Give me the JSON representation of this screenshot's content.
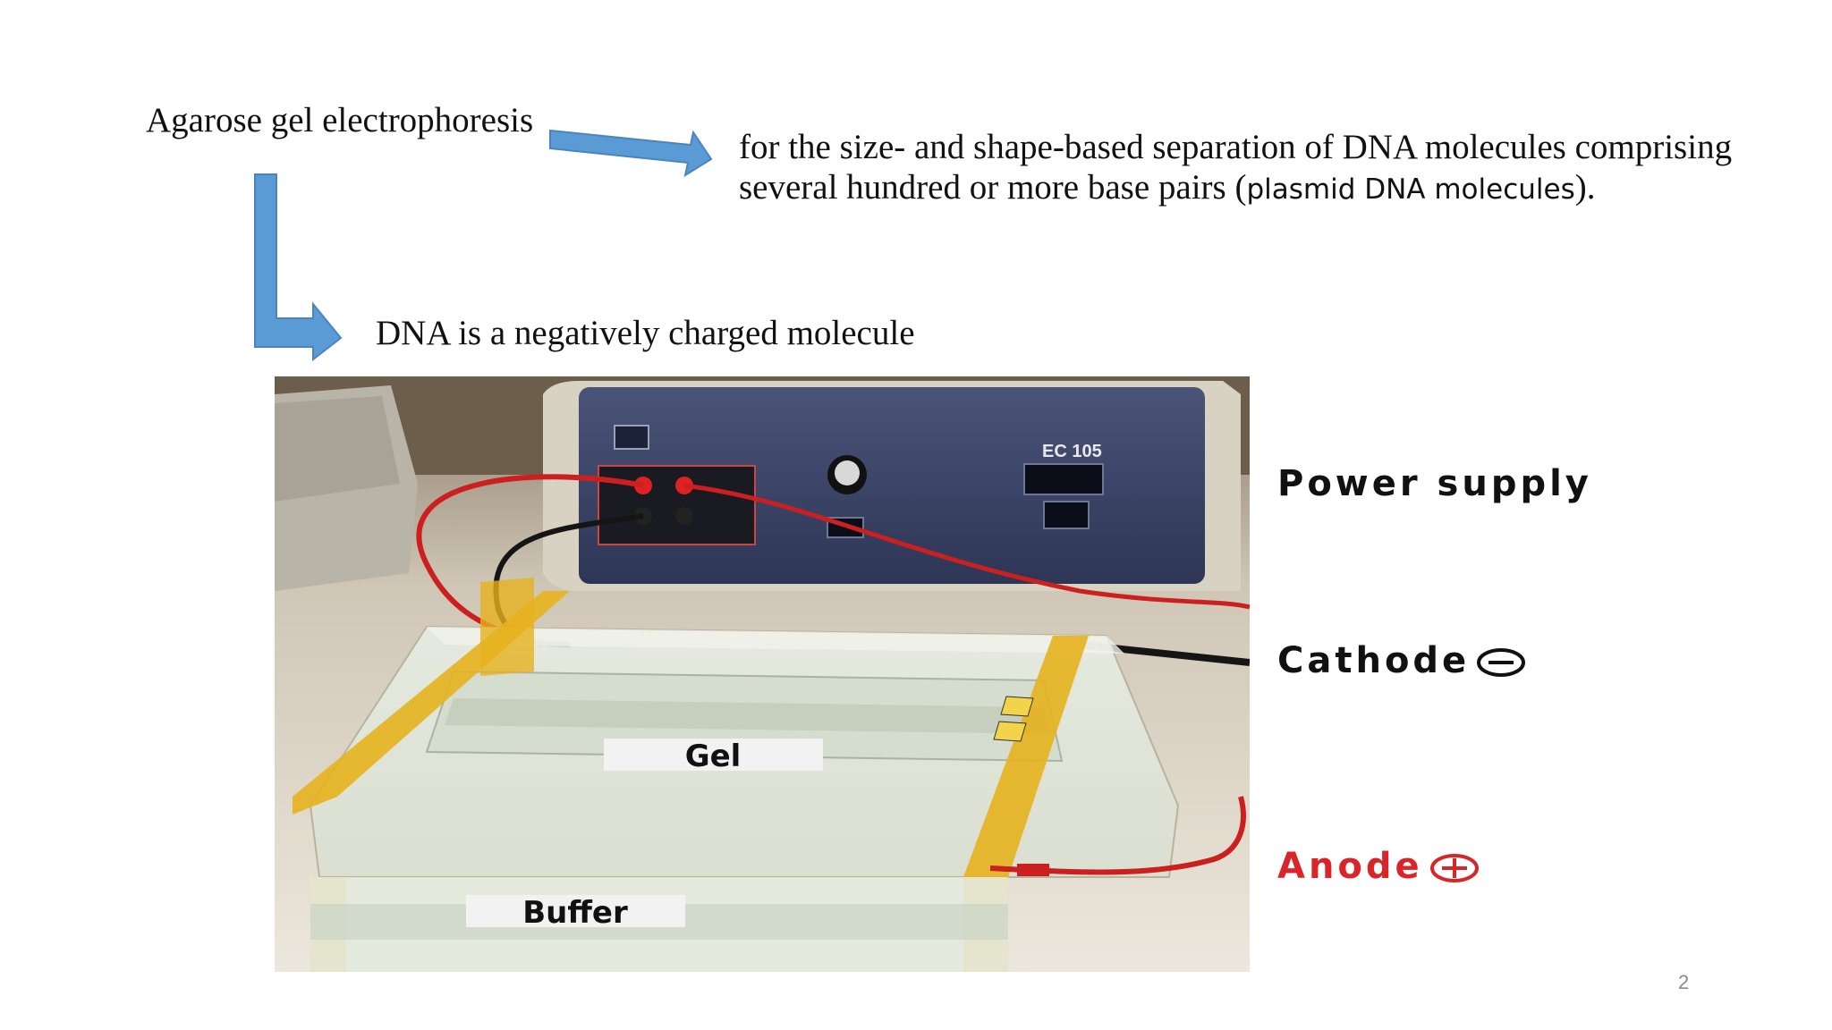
{
  "slide": {
    "title": "Agarose gel electrophoresis",
    "description_line1": "for the size- and shape-based separation of DNA molecules comprising",
    "description_line2_prefix": "several hundred or more base pairs (",
    "description_line2_sans": "plasmid DNA molecules",
    "description_line2_suffix": ").",
    "charge_note": "DNA is a negatively charged molecule",
    "page_number": "2"
  },
  "figure": {
    "photo_labels": {
      "gel": "Gel",
      "buffer": "Buffer",
      "device_model": "EC 105"
    },
    "side_labels": {
      "power_supply": "Power supply",
      "cathode": "Cathode",
      "anode": "Anode"
    },
    "colors": {
      "arrow_fill": "#5b9bd5",
      "arrow_stroke": "#4a84bd",
      "anode_red": "#d9252a",
      "label_dark": "#111111"
    }
  }
}
